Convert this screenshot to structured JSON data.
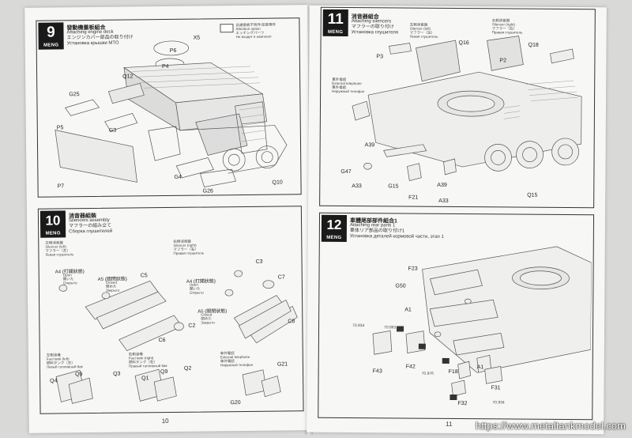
{
  "left_page": {
    "page_number": "10",
    "step9": {
      "number": "9",
      "brand": "MENG",
      "title_cn": "發動機蓋板組合",
      "title_en": "Attaching engine deck",
      "title_jp": "エンジンカバー部品の取り付け",
      "title_ru": "Установка крышки МТО",
      "warning_lines": [
        "此處撥板不附件/安裝零件",
        "Attention option",
        "エッチングパーツ",
        "Не входит в комплект"
      ],
      "labels": {
        "x5": "X5",
        "p6": "P6",
        "p4": "P4",
        "q12": "Q12",
        "g25": "G25",
        "g3": "G3",
        "p5": "P5",
        "p7": "P7",
        "g4": "G4",
        "g26": "G26",
        "q10": "Q10"
      }
    },
    "step10": {
      "number": "10",
      "brand": "MENG",
      "title_cn": "消音器組裝",
      "title_en": "Silencers assembly",
      "title_jp": "マフラーの組み立て",
      "title_ru": "Сборка глушителей",
      "left_silencer": [
        "左側消音器",
        "Silencer (left)",
        "マフラー（左）",
        "Левая глушитель"
      ],
      "right_silencer": [
        "右側消音器",
        "Silencer (right)",
        "マフラー（右）",
        "Правая глушитель"
      ],
      "a4_open": [
        "A4 (打開狀態)",
        "Open",
        "開いた",
        "Открыто"
      ],
      "a5_closed": [
        "A5 (關閉狀態)",
        "Closed",
        "閉めた",
        "Закрыто"
      ],
      "a4_open_r": [
        "A4 (打開狀態)",
        "Open",
        "開いた",
        "Открыто"
      ],
      "a5_closed_r": [
        "A5 (關閉狀態)",
        "Closed",
        "閉めた",
        "Закрыто"
      ],
      "fuel_tank_left": [
        "左側油桶",
        "Fuel tank (left)",
        "燃料タンク（左）",
        "Левый топливный бак"
      ],
      "fuel_tank_right": [
        "右側油桶",
        "Fuel tank (right)",
        "燃料タンク（右）",
        "Правый топливный бак"
      ],
      "ext_telephone": [
        "車外電話",
        "External telephone",
        "車外電話",
        "Наружный телефон"
      ],
      "labels": {
        "c5": "C5",
        "c3": "C3",
        "c7": "C7",
        "c6": "C6",
        "c2": "C2",
        "c8": "C8",
        "q4": "Q4",
        "q9": "Q9",
        "q3": "Q3",
        "q1": "Q1",
        "q9b": "Q9",
        "q2": "Q2",
        "g21": "G21",
        "g20": "G20"
      }
    }
  },
  "right_page": {
    "page_number": "11",
    "step11": {
      "number": "11",
      "brand": "MENG",
      "title_cn": "消音器組合",
      "title_en": "Attaching silencers",
      "title_jp": "マフラーの取り付け",
      "title_ru": "Установка глушителя",
      "left_silencer": [
        "左側消音器",
        "Silencer (left)",
        "マフラー（左）",
        "Левая глушитель"
      ],
      "right_silencer": [
        "右側消音器",
        "Silencer (right)",
        "マフラー（右）",
        "Правая глушитель"
      ],
      "ext_telephone": [
        "車外電話",
        "External telephone",
        "車外電話",
        "Наружный телефон"
      ],
      "labels": {
        "p3": "P3",
        "q16": "Q16",
        "p2": "P2",
        "q18": "Q18",
        "a39": "A39",
        "g47": "G47",
        "a33": "A33",
        "g15": "G15",
        "f21": "F21",
        "a39b": "A39",
        "a33b": "A33",
        "q15": "Q15"
      }
    },
    "step12": {
      "number": "12",
      "brand": "MENG",
      "title_cn": "車體尾部部件組合1",
      "title_en": "Attaching rear parts 1",
      "title_jp": "車体リア部品の取り付け1",
      "title_ru": "Установка деталей кормовой части, этап 1",
      "labels": {
        "f23": "F23",
        "g50": "G50",
        "a1": "A1",
        "n1": "70.934",
        "n2": "70.863",
        "f43": "F43",
        "f42": "F42",
        "n3": "70.976",
        "f18": "F18",
        "a1b": "A1",
        "f31": "F31",
        "f32": "F32",
        "n4": "70.934"
      }
    }
  },
  "watermark": "https://www.metaltankmodel.com"
}
